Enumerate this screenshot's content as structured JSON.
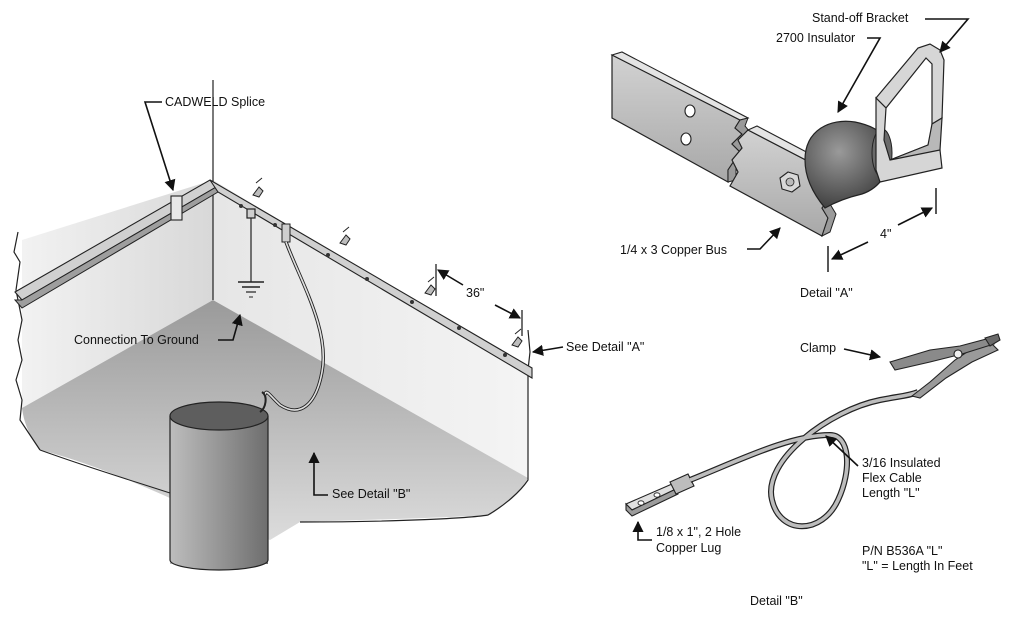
{
  "labels": {
    "cadweld": "CADWELD Splice",
    "connection_ground": "Connection To Ground",
    "spacing": "36\"",
    "see_detail_a": "See Detail \"A\"",
    "see_detail_b": "See Detail \"B\"",
    "standoff_bracket": "Stand-off Bracket",
    "insulator": "2700 Insulator",
    "copper_bus": "1/4 x 3 Copper Bus",
    "dimension_4": "4\"",
    "detail_a": "Detail \"A\"",
    "clamp": "Clamp",
    "flex_cable_1": "3/16 Insulated",
    "flex_cable_2": "Flex Cable",
    "flex_cable_3": "Length \"L\"",
    "lug_1": "1/8 x 1\", 2 Hole",
    "lug_2": "Copper Lug",
    "pn_1": "P/N B536A \"L\"",
    "pn_2": "\"L\" = Length In Feet",
    "detail_b": "Detail \"B\""
  },
  "icons": {
    "ground": "ground-symbol-icon"
  }
}
